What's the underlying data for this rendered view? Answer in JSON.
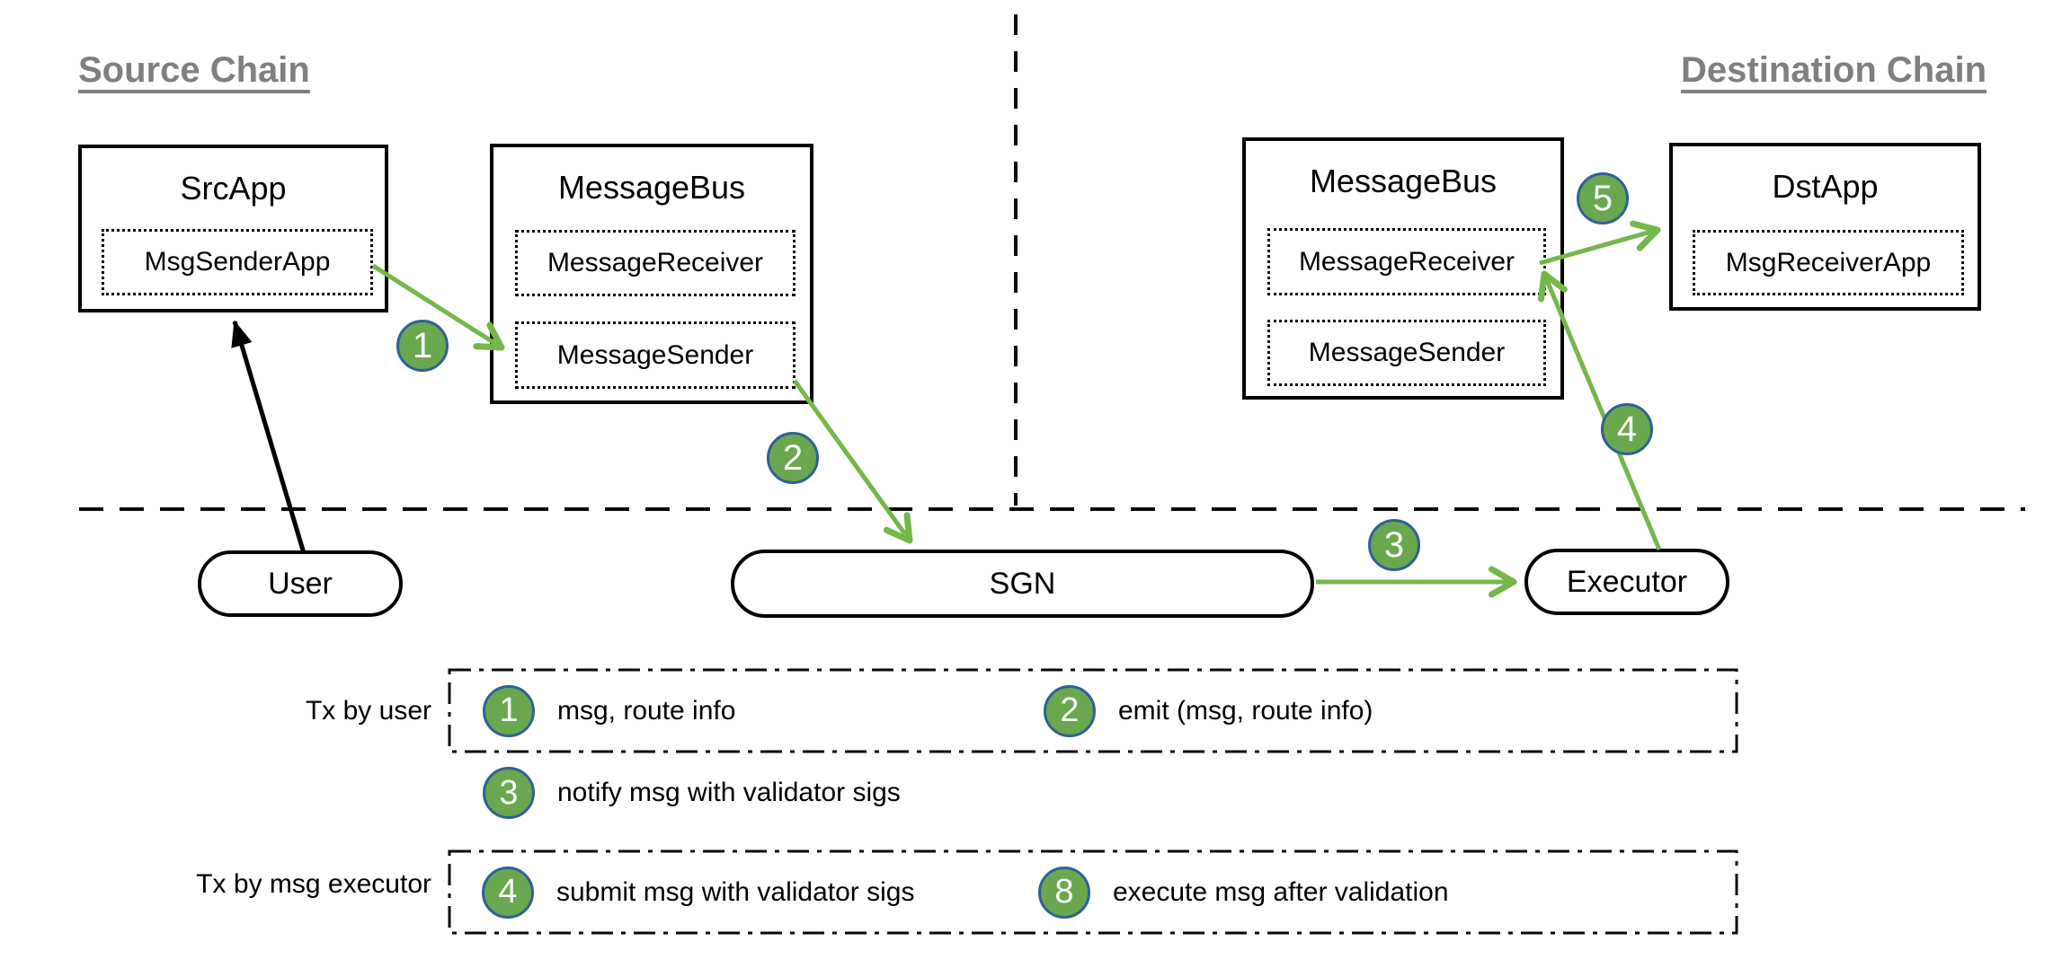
{
  "colors": {
    "badge_green": "#6aa84f",
    "badge_rim_blue": "#2f6096",
    "arrow_green": "#74b74a",
    "heading_gray": "#7f7f7f",
    "line_black": "#000000"
  },
  "headings": {
    "source": "Source Chain",
    "destination": "Destination Chain"
  },
  "nodes": {
    "src_app": {
      "title": "SrcApp",
      "children": [
        "MsgSenderApp"
      ]
    },
    "src_bus": {
      "title": "MessageBus",
      "children": [
        "MessageReceiver",
        "MessageSender"
      ]
    },
    "dst_bus": {
      "title": "MessageBus",
      "children": [
        "MessageReceiver",
        "MessageSender"
      ]
    },
    "dst_app": {
      "title": "DstApp",
      "children": [
        "MsgReceiverApp"
      ]
    }
  },
  "actors": {
    "user": "User",
    "sgn": "SGN",
    "executor": "Executor"
  },
  "badges": {
    "b1": "1",
    "b2": "2",
    "b3": "3",
    "b4": "4",
    "b5": "5"
  },
  "legend": {
    "row1_label": "Tx by user",
    "row2_label": "Tx by msg executor",
    "items": {
      "i1": {
        "num": "1",
        "text": "msg, route info"
      },
      "i2": {
        "num": "2",
        "text": "emit (msg, route info)"
      },
      "i3": {
        "num": "3",
        "text": "notify msg with validator sigs"
      },
      "i4": {
        "num": "4",
        "text": "submit msg with validator sigs"
      },
      "i8": {
        "num": "8",
        "text": "execute msg after validation"
      }
    }
  }
}
